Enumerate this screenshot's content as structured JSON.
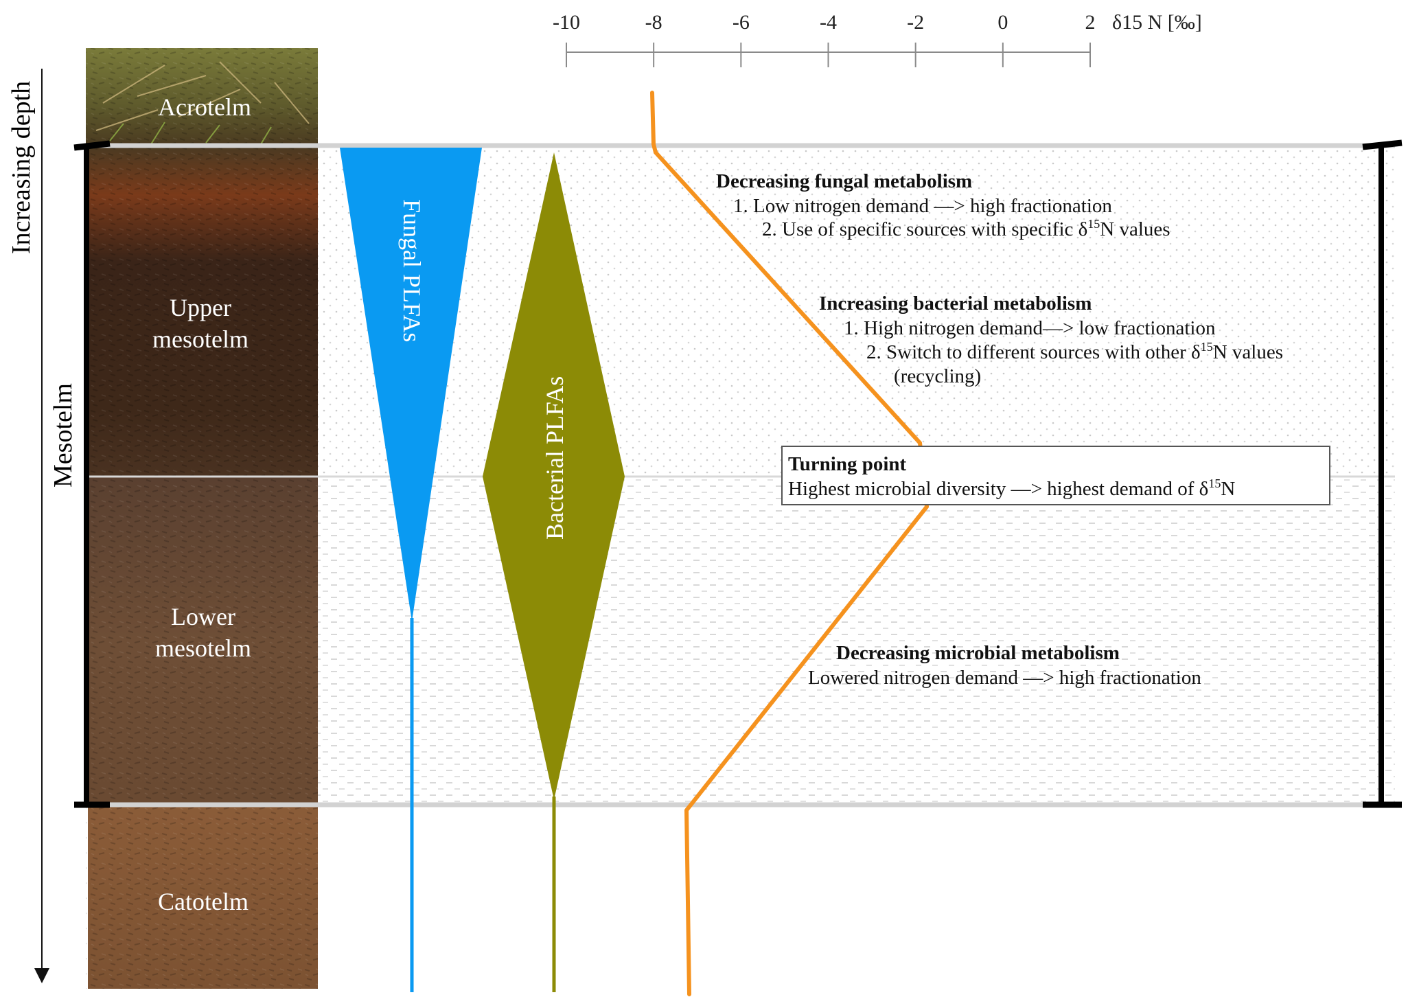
{
  "axis": {
    "unit_label": "δ15 N [‰]",
    "ticks": [
      "-10",
      "-8",
      "-6",
      "-4",
      "-2",
      "0",
      "2"
    ]
  },
  "side_labels": {
    "depth": "Increasing depth",
    "mesotelm": "Mesotelm"
  },
  "layers": {
    "acrotelm": "Acrotelm",
    "upper_1": "Upper",
    "upper_2": "mesotelm",
    "lower_1": "Lower",
    "lower_2": "mesotelm",
    "catotelm": "Catotelm"
  },
  "shapes": {
    "fungal": "Fungal PLFAs",
    "bacterial": "Bacterial PLFAs"
  },
  "annotations": {
    "fungal_title": "Decreasing fungal metabolism",
    "fungal_1": "1. Low nitrogen demand —> high fractionation",
    "fungal_2_pre": "2. Use of specific sources with specific δ",
    "fungal_2_sup": "15",
    "fungal_2_post": "N values",
    "bact_title": "Increasing bacterial metabolism",
    "bact_1": "1. High nitrogen demand—> low fractionation",
    "bact_2_pre": "2. Switch to different sources with other δ",
    "bact_2_sup": "15",
    "bact_2_post": "N values",
    "bact_3": "(recycling)",
    "turn_title": "Turning point",
    "turn_pre": "Highest microbial diversity —> highest demand of δ",
    "turn_sup": "15",
    "turn_post": "N",
    "micro_title": "Decreasing microbial metabolism",
    "micro_1": "Lowered nitrogen demand —> high fractionation"
  },
  "colors": {
    "fungal": "#0a9af2",
    "bacterial": "#8c8b06",
    "delta15n_line": "#f5921e",
    "soil_top": "#6b4a2a",
    "soil_upper": "#3a2518",
    "soil_lower": "#6a4a33",
    "soil_catotelm": "#8a5a36"
  }
}
